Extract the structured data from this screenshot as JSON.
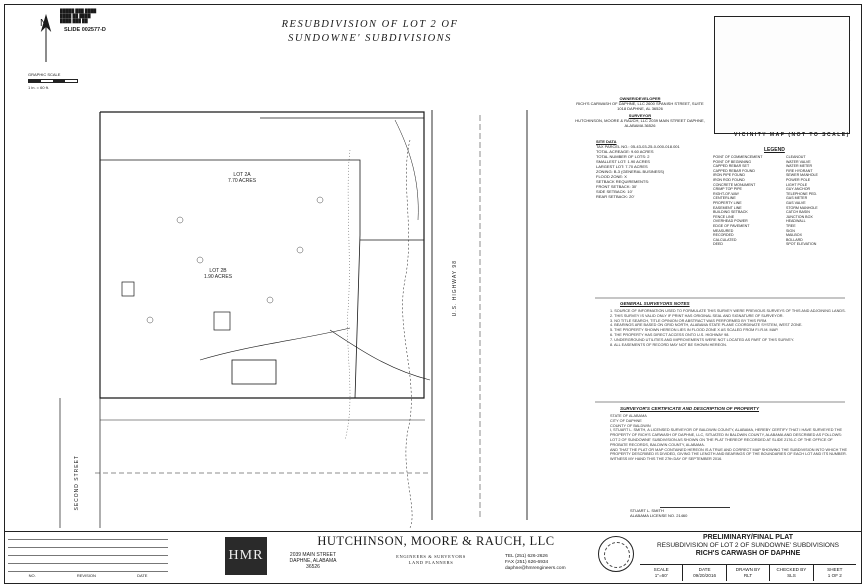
{
  "sheet": {
    "title_line1": "RESUBDIVISION OF LOT 2 OF",
    "title_line2": "SUNDOWNE' SUBDIVISIONS",
    "slide_no": "SLIDE 002577-D",
    "graphic_scale": "GRAPHIC SCALE",
    "scale_text": "1 in. = 60 ft."
  },
  "owner": {
    "heading": "OWNER/DEVELOPER",
    "text": "RICH'S CARWASH OF DAPHNE, LLC  2600 SPANISH STREET, SUITE 1018  DAPHNE, AL 36526",
    "surveyor_heading": "SURVEYOR",
    "surveyor_text": "HUTCHINSON, MOORE & RAUCH, LLC  2039 MAIN STREET  DAPHNE, ALABAMA 36526"
  },
  "vicinity_map": {
    "label": "VICINITY MAP (NOT TO SCALE)"
  },
  "plat": {
    "lot_2a_label": "LOT 2A",
    "lot_2a_area": "7.70 ACRES",
    "lot_2b_label": "LOT 2B",
    "lot_2b_area": "1.90 ACRES",
    "road_right": "U.S. HIGHWAY 98",
    "road_left": "SECOND STREET"
  },
  "notes": {
    "site_data_heading": "SITE DATA",
    "site_lines": [
      "TAX PARCEL NO.: 05-43-03-25-0-000-018.001",
      "TOTAL ACREAGE: 9.60 ACRES",
      "TOTAL NUMBER OF LOTS: 2",
      "SMALLEST LOT: 1.90 ACRES",
      "LARGEST LOT: 7.70 ACRES",
      "ZONING: B-3 (GENERAL BUSINESS)",
      "FLOOD ZONE: X",
      "SETBACK REQUIREMENTS:",
      "FRONT SETBACK: 30'",
      "SIDE SETBACK: 10'",
      "REAR SETBACK: 20'"
    ]
  },
  "legend": {
    "title": "LEGEND",
    "col1": [
      "POINT OF COMMENCEMENT",
      "POINT OF BEGINNING",
      "CAPPED REBAR SET",
      "CAPPED REBAR FOUND",
      "IRON PIPE FOUND",
      "IRON ROD FOUND",
      "CONCRETE MONUMENT",
      "CRIMP TOP PIPE",
      "RIGHT-OF-WAY",
      "CENTERLINE",
      "PROPERTY LINE",
      "EASEMENT LINE",
      "BUILDING SETBACK",
      "FENCE LINE",
      "OVERHEAD POWER",
      "EDGE OF PAVEMENT",
      "MEASURED",
      "RECORDED",
      "CALCULATED",
      "DEED"
    ],
    "col2": [
      "CLEANOUT",
      "WATER VALVE",
      "WATER METER",
      "FIRE HYDRANT",
      "SEWER MANHOLE",
      "POWER POLE",
      "LIGHT POLE",
      "GUY ANCHOR",
      "TELEPHONE PED.",
      "GAS METER",
      "GAS VALVE",
      "STORM MANHOLE",
      "CATCH BASIN",
      "JUNCTION BOX",
      "HEADWALL",
      "TREE",
      "SIGN",
      "MAILBOX",
      "BOLLARD",
      "SPOT ELEVATION"
    ]
  },
  "general_notes": {
    "heading": "GENERAL SURVEYORS NOTES",
    "certificate_heading": "SURVEYOR'S CERTIFICATE AND DESCRIPTION OF PROPERTY",
    "lines": [
      "1. SOURCE OF INFORMATION USED TO FORMULATE THIS SURVEY WERE PREVIOUS SURVEYS OF THIS AND ADJOINING LANDS.",
      "2. THIS SURVEY IS VALID ONLY IF PRINT HAS ORIGINAL SEAL AND SIGNATURE OF SURVEYOR.",
      "3. NO TITLE SEARCH, TITLE OPINION OR ABSTRACT WAS PERFORMED BY THIS FIRM.",
      "4. BEARINGS ARE BASED ON GRID NORTH, ALABAMA STATE PLANE COORDINATE SYSTEM, WEST ZONE.",
      "5. THE PROPERTY SHOWN HEREON LIES IN FLOOD ZONE X AS SCALED FROM F.I.R.M. MAP.",
      "6. THE PROPERTY HAS DIRECT ACCESS ONTO U.S. HIGHWAY 98.",
      "7. UNDERGROUND UTILITIES AND IMPROVEMENTS WERE NOT LOCATED AS PART OF THIS SURVEY.",
      "8. ALL EASEMENTS OF RECORD MAY NOT BE SHOWN HEREON."
    ],
    "cert_lines": [
      "STATE OF ALABAMA",
      "CITY OF DAPHNE",
      "COUNTY OF BALDWIN",
      "I, STUART L. SMITH, A LICENSED SURVEYOR OF BALDWIN COUNTY, ALABAMA, HEREBY CERTIFY THAT I HAVE SURVEYED THE PROPERTY OF RICH'S CARWASH OF DAPHNE, LLC, SITUATED IN BALDWIN COUNTY, ALABAMA AND DESCRIBED AS FOLLOWS:",
      "LOT 2 OF SUNDOWNE' SUBDIVISION AS SHOWN ON THE PLAT THEREOF RECORDED AT SLIDE 2176-C OF THE OFFICE OF PROBATE RECORDS, BALDWIN COUNTY, ALABAMA.",
      "AND THAT THE PLAT OR MAP CONTAINED HEREON IS A TRUE AND CORRECT MAP SHOWING THE SUBDIVISION INTO WHICH THE PROPERTY DESCRIBED IS DIVIDED, GIVING THE LENGTH AND BEARINGS OF THE BOUNDARIES OF EACH LOT AND ITS NUMBER.",
      "WITNESS MY HAND THIS THE 27th DAY OF SEPTEMBER 2016."
    ],
    "signature_name": "STUART L. SMITH",
    "signature_license": "ALABAMA LICENSE NO. 21460"
  },
  "title_block": {
    "logo_text": "HMR",
    "firm_name": "HUTCHINSON, MOORE & RAUCH, LLC",
    "address_lines": [
      "2039 MAIN STREET",
      "DAPHNE, ALABAMA",
      "36526"
    ],
    "profession_lines": [
      "ENGINEERS & SURVEYORS",
      "LAND PLANNERS"
    ],
    "phone": "TEL (251) 626-2626",
    "fax": "FAX (251) 626-6934",
    "email": "daphne@hmrengineers.com",
    "plat_type": "PRELIMINARY/FINAL PLAT",
    "plat_title": "RESUBDIVISION OF LOT 2 OF SUNDOWNE' SUBDIVISIONS",
    "project_name": "RICH'S CARWASH OF DAPHNE",
    "scale": "1\"=60'",
    "date": "09/20/2016",
    "drawn": "RLT",
    "checked": "SLS",
    "sheet": "1 OF 2",
    "revision_header": "REVISION"
  }
}
